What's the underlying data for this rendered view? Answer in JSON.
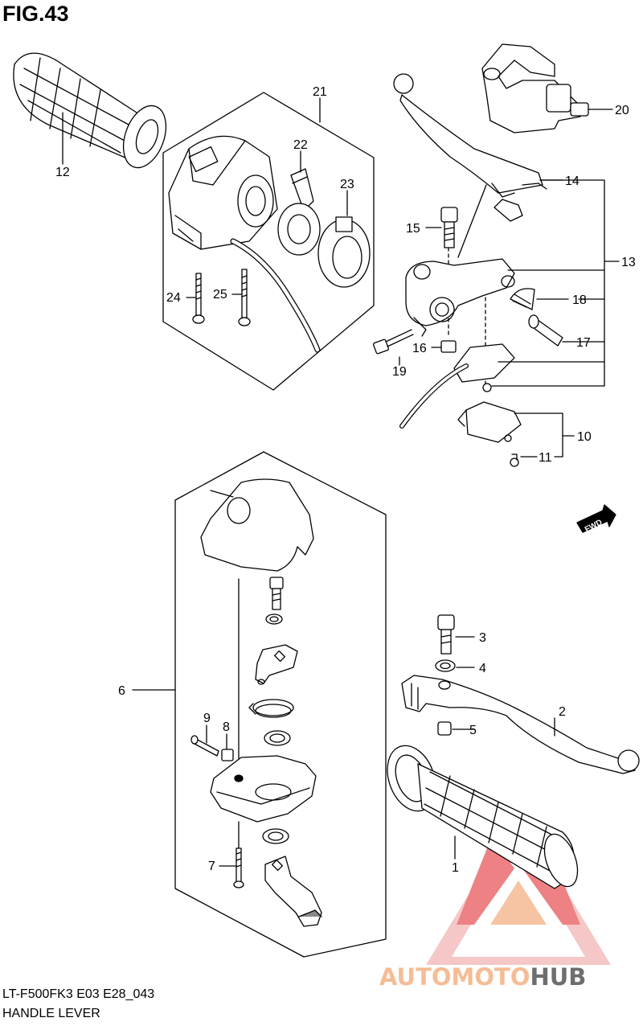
{
  "figure_title": "FIG.43",
  "footer": {
    "model_code": "LT-F500FK3 E03 E28_043",
    "section_name": "HANDLE LEVER"
  },
  "fwd_label": "FWD",
  "callouts": {
    "c1": "1",
    "c2": "2",
    "c3": "3",
    "c4": "4",
    "c5": "5",
    "c6": "6",
    "c7": "7",
    "c8": "8",
    "c9": "9",
    "c10": "10",
    "c11": "11",
    "c12": "12",
    "c13": "13",
    "c14": "14",
    "c15": "15",
    "c16": "16",
    "c17": "17",
    "c18": "18",
    "c19": "19",
    "c20": "20",
    "c21": "21",
    "c22": "22",
    "c23": "23",
    "c24": "24",
    "c25": "25"
  },
  "watermark": {
    "part1": "AUTOMOTO",
    "part2": "HUB",
    "color_orange": "#f4b183",
    "color_red": "#e8585a",
    "color_dark": "#555555"
  }
}
